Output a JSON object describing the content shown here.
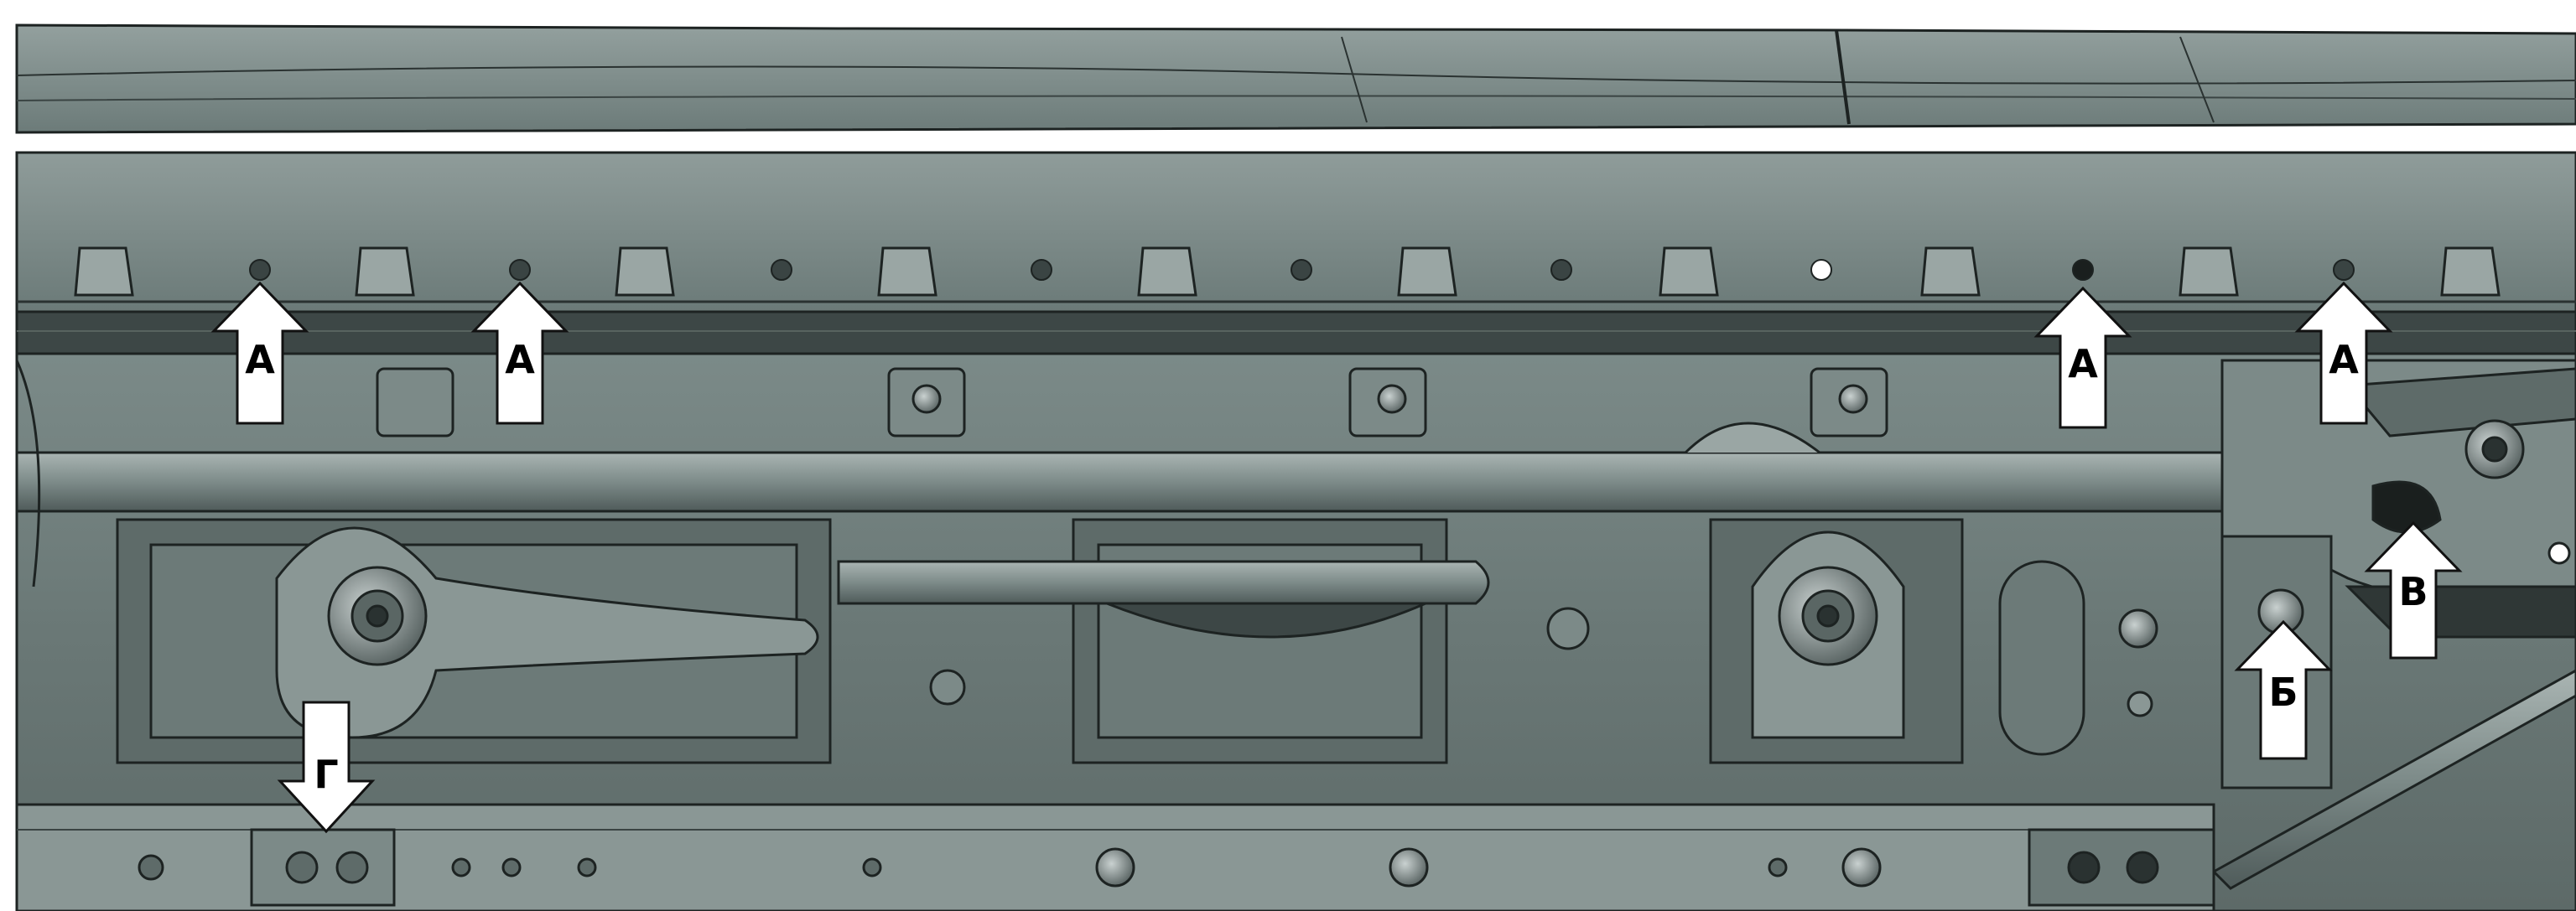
{
  "colors": {
    "background": "#ffffff",
    "panel_base": "#6f7f7d",
    "panel_light": "#8b9896",
    "panel_dark": "#4b5655",
    "outline": "#1d2322",
    "arrow_fill": "#ffffff",
    "arrow_stroke": "#111111"
  },
  "callouts": {
    "a1": "А",
    "a2": "А",
    "a3": "А",
    "a4": "А",
    "b": "Б",
    "v": "В",
    "g": "Г"
  }
}
